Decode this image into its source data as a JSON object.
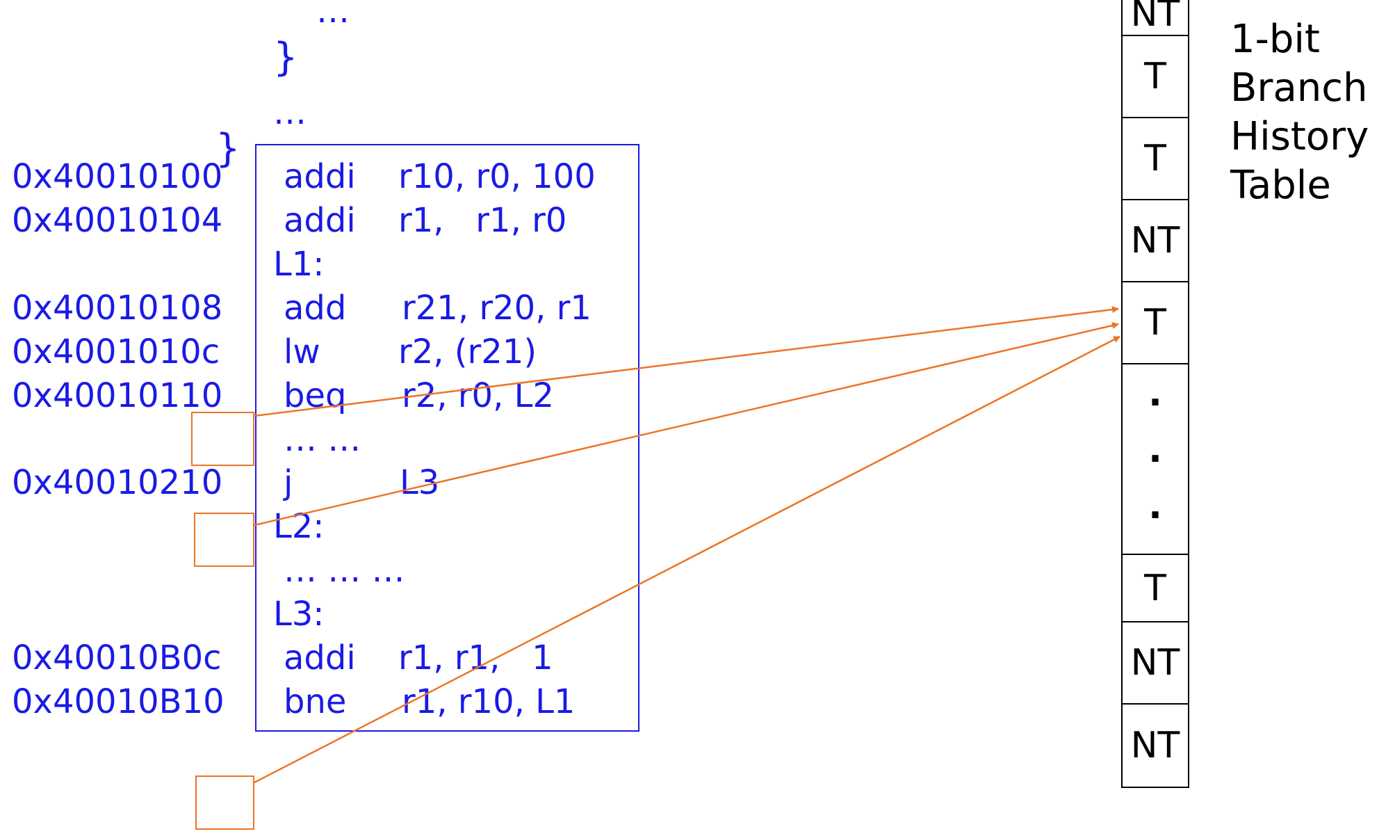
{
  "header_code": {
    "ellipsis_top": "…",
    "brace_inner": "}",
    "ellipsis_mid": "…",
    "brace_outer": "}"
  },
  "code": [
    {
      "addr": "0x40010100",
      "op": "addi",
      "args": "r10, r0, 100"
    },
    {
      "addr": "0x40010104",
      "op": "addi",
      "args": "r1,   r1, r0"
    },
    {
      "label": "L1:"
    },
    {
      "addr": "0x40010108",
      "op": "add",
      "args": "r21, r20, r1"
    },
    {
      "addr": "0x4001010c",
      "op": "lw",
      "args": "r2, (r21)"
    },
    {
      "addr": "0x40010110",
      "op": "beq",
      "args": "r2, r0, L2"
    },
    {
      "filler": "… …"
    },
    {
      "addr": "0x40010210",
      "op": "j",
      "args": "L3"
    },
    {
      "label": "L2:"
    },
    {
      "filler": "… … …"
    },
    {
      "label": "L3:"
    },
    {
      "addr": "0x40010B0c",
      "op": "addi",
      "args": "r1, r1,   1"
    },
    {
      "addr": "0x40010B10",
      "op": "bne",
      "args": "r1, r10, L1"
    }
  ],
  "bht": {
    "entries": [
      "NT",
      "T",
      "T",
      "NT",
      "T",
      "·",
      "T",
      "NT",
      "NT"
    ],
    "dots": [
      "·",
      "·",
      "·"
    ],
    "label_lines": [
      "1-bit",
      "Branch",
      "History",
      "Table"
    ]
  },
  "colors": {
    "code": "#1a1ae6",
    "arrow": "#ec7424",
    "table": "#000000"
  }
}
